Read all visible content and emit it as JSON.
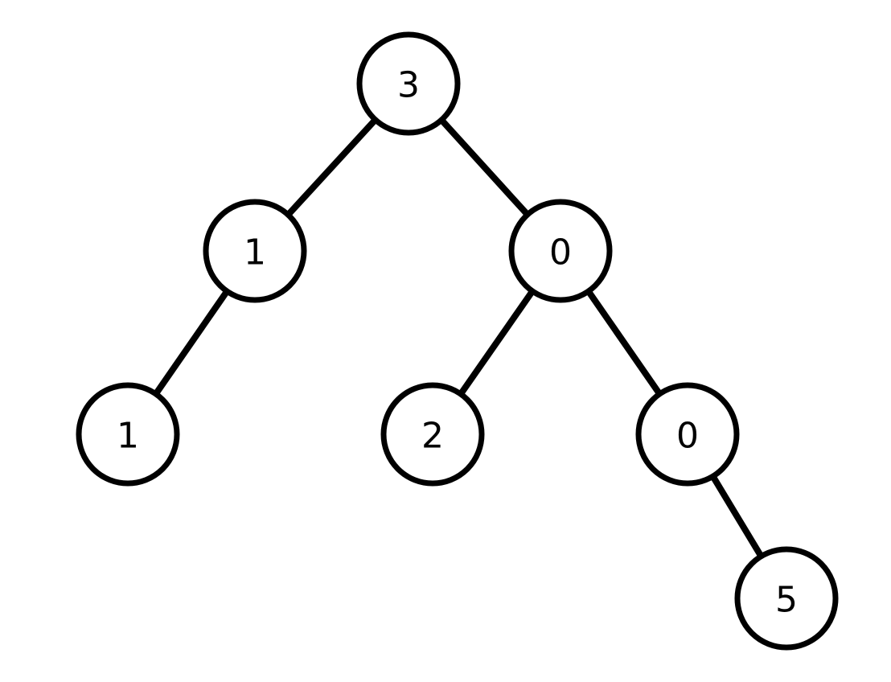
{
  "tree": {
    "nodes": [
      {
        "id": "root",
        "value": "3"
      },
      {
        "id": "left",
        "value": "1"
      },
      {
        "id": "right",
        "value": "0"
      },
      {
        "id": "left-left",
        "value": "1"
      },
      {
        "id": "right-left",
        "value": "2"
      },
      {
        "id": "right-right",
        "value": "0"
      },
      {
        "id": "right-right-right",
        "value": "5"
      }
    ],
    "edges": [
      {
        "from": "root",
        "to": "left"
      },
      {
        "from": "root",
        "to": "right"
      },
      {
        "from": "left",
        "to": "left-left"
      },
      {
        "from": "right",
        "to": "right-left"
      },
      {
        "from": "right",
        "to": "right-right"
      },
      {
        "from": "right-right",
        "to": "right-right-right"
      }
    ]
  }
}
